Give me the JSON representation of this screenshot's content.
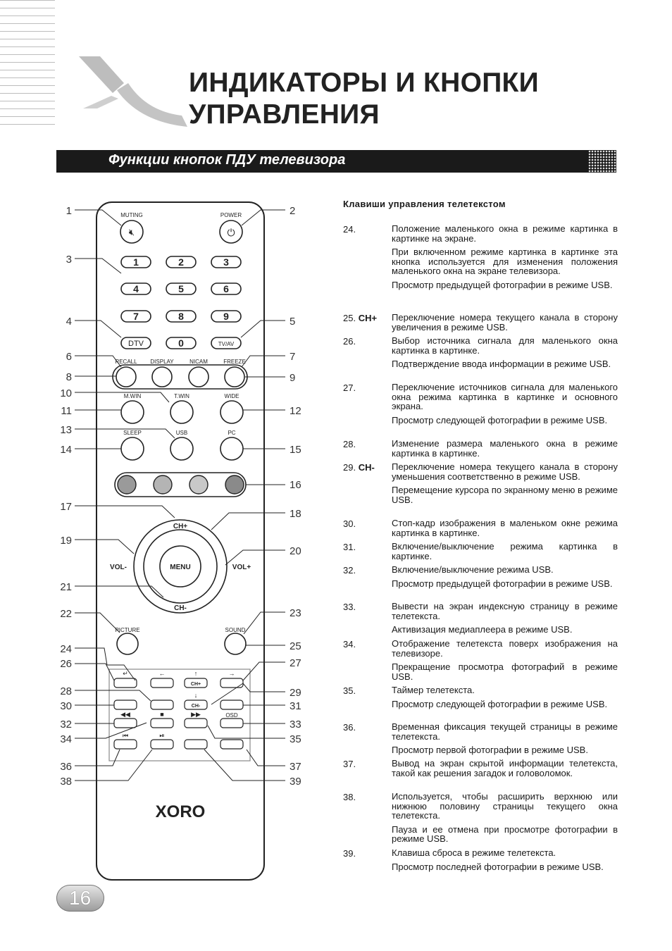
{
  "header": {
    "title_line1": "ИНДИКАТОРЫ И КНОПКИ",
    "title_line2": "УПРАВЛЕНИЯ"
  },
  "section": {
    "banner_title": "Функции кнопок ПДУ телевизора"
  },
  "remote": {
    "buttons": {
      "muting": "MUTING",
      "power": "POWER",
      "digits": [
        "1",
        "2",
        "3",
        "4",
        "5",
        "6",
        "7",
        "8",
        "9"
      ],
      "dtv": "DTV",
      "zero": "0",
      "tvav": "TV/AV",
      "recall": "RECALL",
      "display": "DISPLAY",
      "nicam": "NICAM",
      "freeze": "FREEZE",
      "mwin": "M.WIN",
      "twin": "T.WIN",
      "wide": "WIDE",
      "sleep": "SLEEP",
      "usb": "USB",
      "pc": "PC",
      "ch_plus": "CH+",
      "ch_minus": "CH-",
      "vol_minus": "VOL-",
      "vol_plus": "VOL+",
      "menu": "MENU",
      "picture": "PICTURE",
      "sound": "SOUND",
      "small_ch_plus": "CH+",
      "small_ch_minus": "CH-",
      "osd": "OSD"
    },
    "brand": "XORO",
    "callouts_left": [
      "1",
      "3",
      "4",
      "6",
      "8",
      "10",
      "11",
      "13",
      "14",
      "17",
      "19",
      "21",
      "22",
      "24",
      "26",
      "28",
      "30",
      "32",
      "34",
      "36",
      "38"
    ],
    "callouts_right": [
      "2",
      "5",
      "7",
      "9",
      "12",
      "15",
      "16",
      "18",
      "20",
      "23",
      "25",
      "27",
      "29",
      "31",
      "33",
      "35",
      "37",
      "39"
    ]
  },
  "teletext": {
    "heading": "Клавиши управления телетекстом",
    "entries": [
      {
        "num": "24.",
        "key": "",
        "paras": [
          "Положение маленького окна в режиме картинка в картинке на экране.",
          "При включенном режиме картинка в картинке эта кнопка используется для изменения положения маленького окна на экране телевизора.",
          "Просмотр предыдущей фотографии в режиме USB."
        ]
      },
      {
        "num": "25.",
        "key": "CH+",
        "paras": [
          "Переключение номера текущего канала в сторону увеличения в режиме USB."
        ]
      },
      {
        "num": "26.",
        "key": "",
        "paras": [
          "Выбор источника сигнала для маленького окна картинка в картинке.",
          "Подтверждение ввода информации в режиме USB."
        ]
      },
      {
        "num": "27.",
        "key": "",
        "paras": [
          "Переключение источников сигнала для маленького окна режима картинка в картинке и основного экрана.",
          "Просмотр следующей фотографии в режиме USB."
        ]
      },
      {
        "num": "28.",
        "key": "",
        "paras": [
          "Изменение размера маленького окна в режиме картинка в картинке."
        ]
      },
      {
        "num": "29.",
        "key": "CH-",
        "paras": [
          "Переключение номера текущего канала в сторону уменьшения соответственно в режиме USB.",
          "Перемещение курсора по экранному меню в режиме USB."
        ]
      },
      {
        "num": "30.",
        "key": "",
        "paras": [
          "Стоп-кадр изображения в маленьком окне режима картинка в картинке."
        ]
      },
      {
        "num": "31.",
        "key": "",
        "paras": [
          "Включение/выключение режима картинка в картинке."
        ]
      },
      {
        "num": "32.",
        "key": "",
        "paras": [
          "Включение/выключение режима USB.",
          "Просмотр предыдущей фотографии в режиме USB."
        ]
      },
      {
        "num": "33.",
        "key": "",
        "paras": [
          "Вывести на экран индексную страницу в режиме телетекста.",
          "Активизация медиаплеера в режиме USB."
        ]
      },
      {
        "num": "34.",
        "key": "",
        "paras": [
          "Отображение телетекста поверх изображения на телевизоре.",
          "Прекращение просмотра фотографий в режиме USB."
        ]
      },
      {
        "num": "35.",
        "key": "",
        "paras": [
          "Таймер телетекста.",
          "Просмотр следующей фотографии в режиме USB."
        ]
      },
      {
        "num": "36.",
        "key": "",
        "paras": [
          "Временная фиксация текущей страницы в режиме телетекста.",
          "Просмотр первой фотографии в режиме USB."
        ]
      },
      {
        "num": "37.",
        "key": "",
        "paras": [
          "Вывод на экран скрытой информации телетекста, такой как решения загадок и головоломок."
        ]
      },
      {
        "num": "38.",
        "key": "",
        "paras": [
          "Используется, чтобы расширить верхнюю или нижнюю половину страницы текущего окна телетекста.",
          "Пауза и ее отмена при просмотре фотографии в режиме USB."
        ]
      },
      {
        "num": "39.",
        "key": "",
        "paras": [
          "Клавиша сброса в режиме телетекста.",
          "Просмотр последней фотографии в режиме USB."
        ]
      }
    ]
  },
  "footer": {
    "page_number": "16"
  }
}
